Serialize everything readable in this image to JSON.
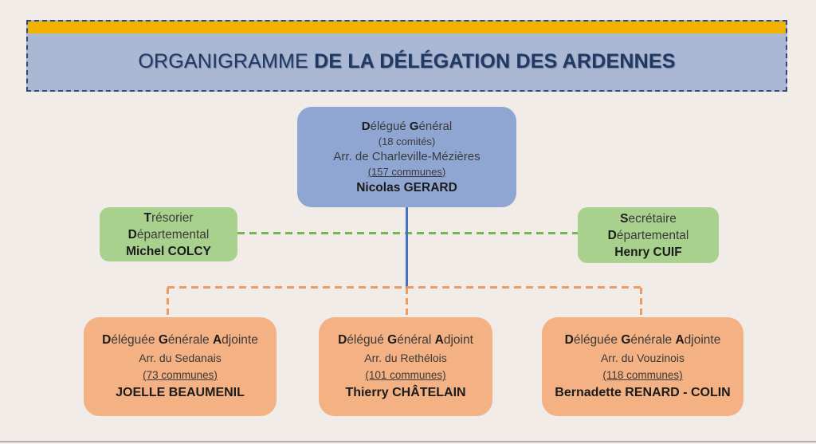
{
  "colors": {
    "background": "#f1ece7",
    "header_band": "#aab8d4",
    "header_border": "#31487c",
    "accent_bar": "#f2b200",
    "title_text": "#1f3864",
    "root_box": "#8fa6d2",
    "staff_box": "#a9d18e",
    "adjoint_box": "#f4b183",
    "green_line": "#74b84a",
    "blue_line": "#4472c4",
    "orange_line": "#ee9b62",
    "box_text": "#3a3a3a",
    "bottom_rule": "#b5adae"
  },
  "header": {
    "title_part1": "ORGANIGRAMME ",
    "title_part2": "DE LA DÉLÉGATION DES ARDENNES"
  },
  "root": {
    "role_rich": [
      {
        "t": "D",
        "b": true
      },
      {
        "t": "élégué ",
        "b": false
      },
      {
        "t": "G",
        "b": true
      },
      {
        "t": "énéral",
        "b": false
      }
    ],
    "comites": "(18 comités)",
    "arrondissement": "Arr. de Charleville-Mézières",
    "communes": "(157 communes)",
    "name": "Nicolas GERARD"
  },
  "officers": [
    {
      "role1_rich": [
        {
          "t": "T",
          "b": true
        },
        {
          "t": "résorier",
          "b": false
        }
      ],
      "role2_rich": [
        {
          "t": "D",
          "b": true
        },
        {
          "t": "épartemental",
          "b": false
        }
      ],
      "name": "Michel COLCY"
    },
    {
      "role1_rich": [
        {
          "t": "S",
          "b": true
        },
        {
          "t": "ecrétaire",
          "b": false
        }
      ],
      "role2_rich": [
        {
          "t": "D",
          "b": true
        },
        {
          "t": "épartemental",
          "b": false
        }
      ],
      "name": "Henry CUIF"
    }
  ],
  "adjoints": [
    {
      "role_rich": [
        {
          "t": "D",
          "b": true
        },
        {
          "t": "éléguée ",
          "b": false
        },
        {
          "t": "G",
          "b": true
        },
        {
          "t": "énérale ",
          "b": false
        },
        {
          "t": "A",
          "b": true
        },
        {
          "t": "djointe",
          "b": false
        }
      ],
      "arrondissement": "Arr. du Sedanais",
      "communes": "(73 communes)",
      "name": "JOELLE BEAUMENIL"
    },
    {
      "role_rich": [
        {
          "t": "D",
          "b": true
        },
        {
          "t": "élégué ",
          "b": false
        },
        {
          "t": "G",
          "b": true
        },
        {
          "t": "énéral ",
          "b": false
        },
        {
          "t": "A",
          "b": true
        },
        {
          "t": "djoint",
          "b": false
        }
      ],
      "arrondissement": "Arr. du Rethélois",
      "communes": "(101 communes)",
      "name": "Thierry CHÂTELAIN"
    },
    {
      "role_rich": [
        {
          "t": "D",
          "b": true
        },
        {
          "t": "éléguée ",
          "b": false
        },
        {
          "t": "G",
          "b": true
        },
        {
          "t": "énérale ",
          "b": false
        },
        {
          "t": "A",
          "b": true
        },
        {
          "t": "djointe",
          "b": false
        }
      ],
      "arrondissement": "Arr. du Vouzinois",
      "communes": "(118 communes)",
      "name": "Bernadette RENARD - COLIN"
    }
  ]
}
